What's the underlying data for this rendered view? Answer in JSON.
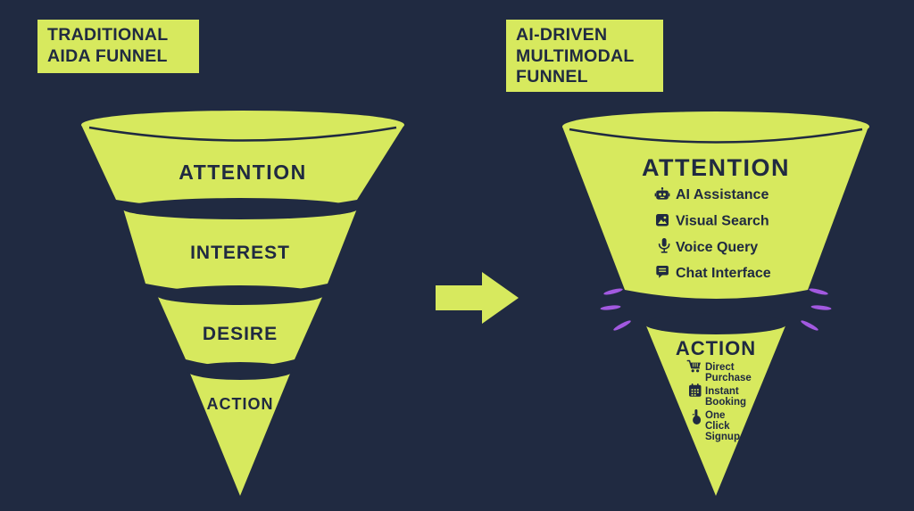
{
  "colors": {
    "background": "#202a41",
    "funnel": "#d7e95e",
    "sparkle": "#a259e0",
    "text": "#202a41"
  },
  "left_funnel": {
    "title_lines": [
      "TRADITIONAL",
      "AIDA FUNNEL"
    ],
    "stages": [
      "ATTENTION",
      "INTEREST",
      "DESIRE",
      "ACTION"
    ]
  },
  "right_funnel": {
    "title_lines": [
      "AI-DRIVEN",
      "MULTIMODAL",
      "FUNNEL"
    ],
    "top_stage": {
      "label": "ATTENTION",
      "items": [
        {
          "icon": "robot-icon",
          "label": "AI Assistance"
        },
        {
          "icon": "image-icon",
          "label": "Visual Search"
        },
        {
          "icon": "microphone-icon",
          "label": "Voice Query"
        },
        {
          "icon": "chat-icon",
          "label": "Chat Interface"
        }
      ]
    },
    "bottom_stage": {
      "label": "ACTION",
      "items": [
        {
          "icon": "cart-icon",
          "lines": [
            "Direct",
            "Purchase"
          ]
        },
        {
          "icon": "calendar-icon",
          "lines": [
            "Instant",
            "Booking"
          ]
        },
        {
          "icon": "click-icon",
          "lines": [
            "One",
            "Click",
            "Signup"
          ]
        }
      ]
    }
  }
}
